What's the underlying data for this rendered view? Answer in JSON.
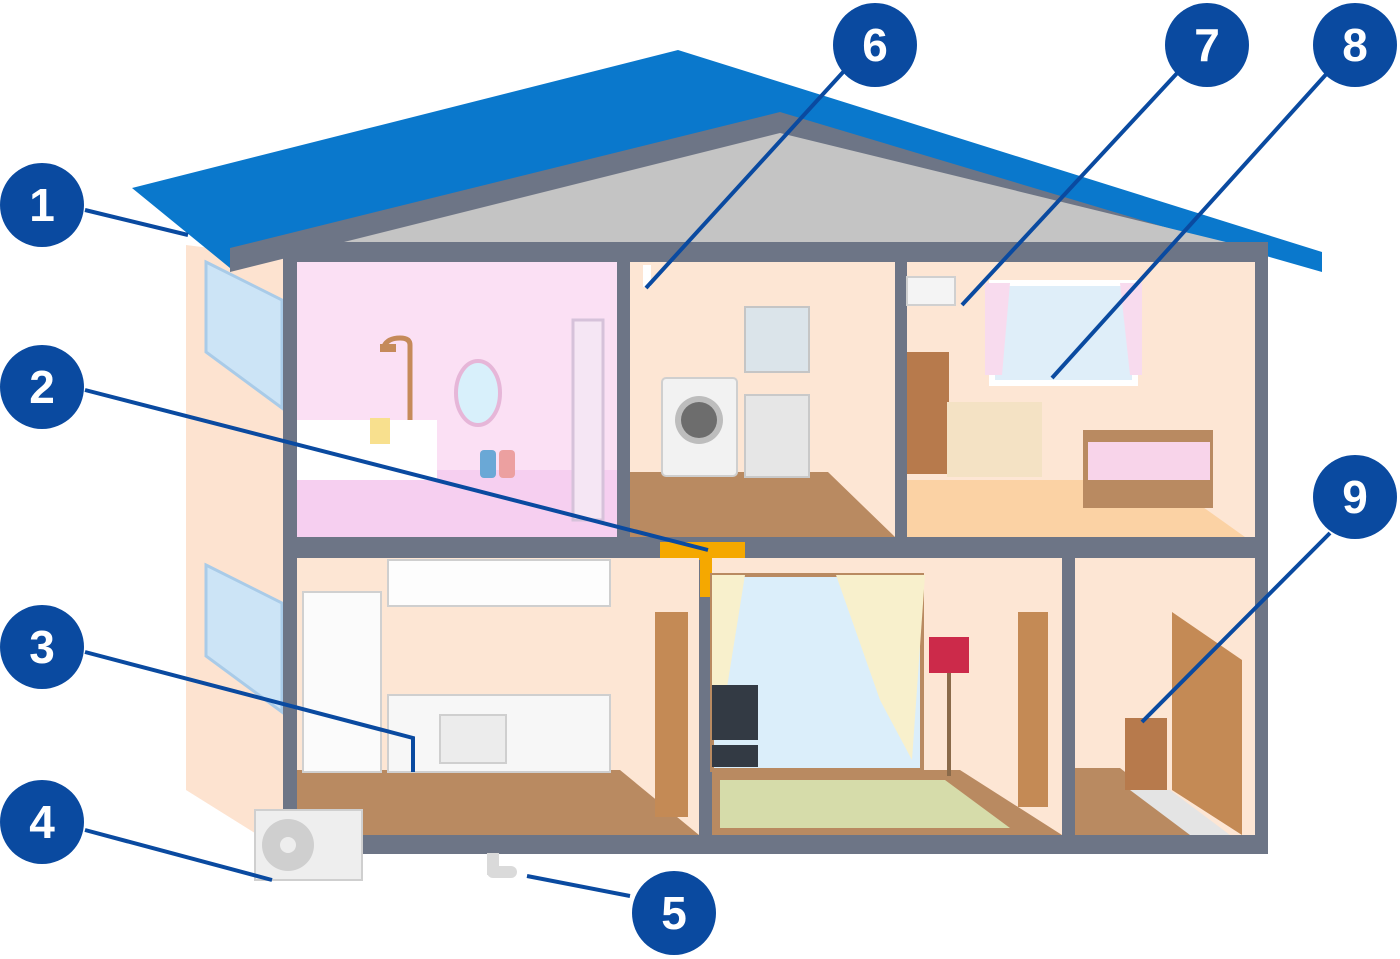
{
  "diagram": {
    "subject": "house cross-section",
    "colors": {
      "roof": "#0a78cc",
      "frame": "#6d7586",
      "attic": "#c4c4c4",
      "wall_exterior": "#fde3d0",
      "bathroom_tile": "#fbe0f4",
      "room_wall": "#fde6d4",
      "floor_wood": "#b98a61",
      "callout_fill": "#0a4aa0",
      "callout_line": "#0a4aa0",
      "vent_orange": "#f5a800"
    },
    "rooms": [
      {
        "id": "bathroom",
        "floor": 2
      },
      {
        "id": "laundry",
        "floor": 2
      },
      {
        "id": "bedroom",
        "floor": 2
      },
      {
        "id": "kitchen",
        "floor": 1
      },
      {
        "id": "living-room",
        "floor": 1
      },
      {
        "id": "entrance",
        "floor": 1
      }
    ],
    "callouts": [
      {
        "num": "1",
        "target": "roof"
      },
      {
        "num": "2",
        "target": "floor-vent"
      },
      {
        "num": "3",
        "target": "kitchen-floor"
      },
      {
        "num": "4",
        "target": "outdoor-ac-unit"
      },
      {
        "num": "5",
        "target": "drain-pipe"
      },
      {
        "num": "6",
        "target": "laundry-room"
      },
      {
        "num": "7",
        "target": "air-conditioner"
      },
      {
        "num": "8",
        "target": "bedroom-window"
      },
      {
        "num": "9",
        "target": "shoe-cabinet"
      }
    ]
  }
}
